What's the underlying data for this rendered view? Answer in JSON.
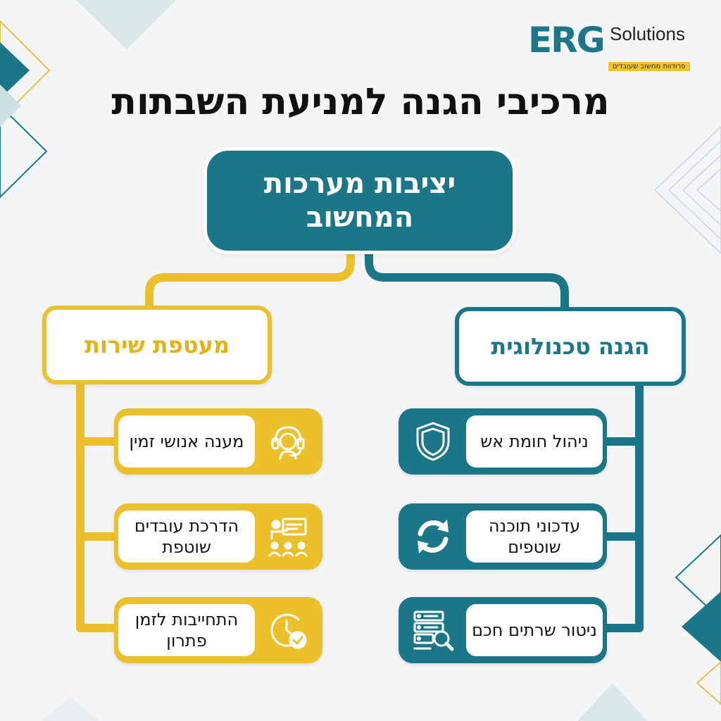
{
  "logo": {
    "brand": "ERG",
    "suffix": "Solutions",
    "tagline": "פרודוות מחשוב שעובדים"
  },
  "title": "מרכיבי הגנה למניעת השבתות",
  "root_node": {
    "label": "יציבות מערכות המחשוב"
  },
  "branches": {
    "service": {
      "label": "מעטפת שירות",
      "items": [
        {
          "label": "מענה אנושי זמין",
          "icon": "headset-agent-icon"
        },
        {
          "label": "הדרכת עובדים שוטפת",
          "icon": "presentation-training-icon"
        },
        {
          "label": "התחייבות לזמן פתרון",
          "icon": "clock-check-icon"
        }
      ]
    },
    "technology": {
      "label": "הגנה טכנולוגית",
      "items": [
        {
          "label": "ניהול חומת אש",
          "icon": "shield-icon"
        },
        {
          "label": "עדכוני תוכנה שוטפים",
          "icon": "refresh-arrows-icon"
        },
        {
          "label": "ניטור שרתים חכם",
          "icon": "server-search-icon"
        }
      ]
    }
  },
  "colors": {
    "teal": "#1b7688",
    "yellow": "#ecc02a",
    "background": "#f3f5f6",
    "text": "#111111"
  }
}
